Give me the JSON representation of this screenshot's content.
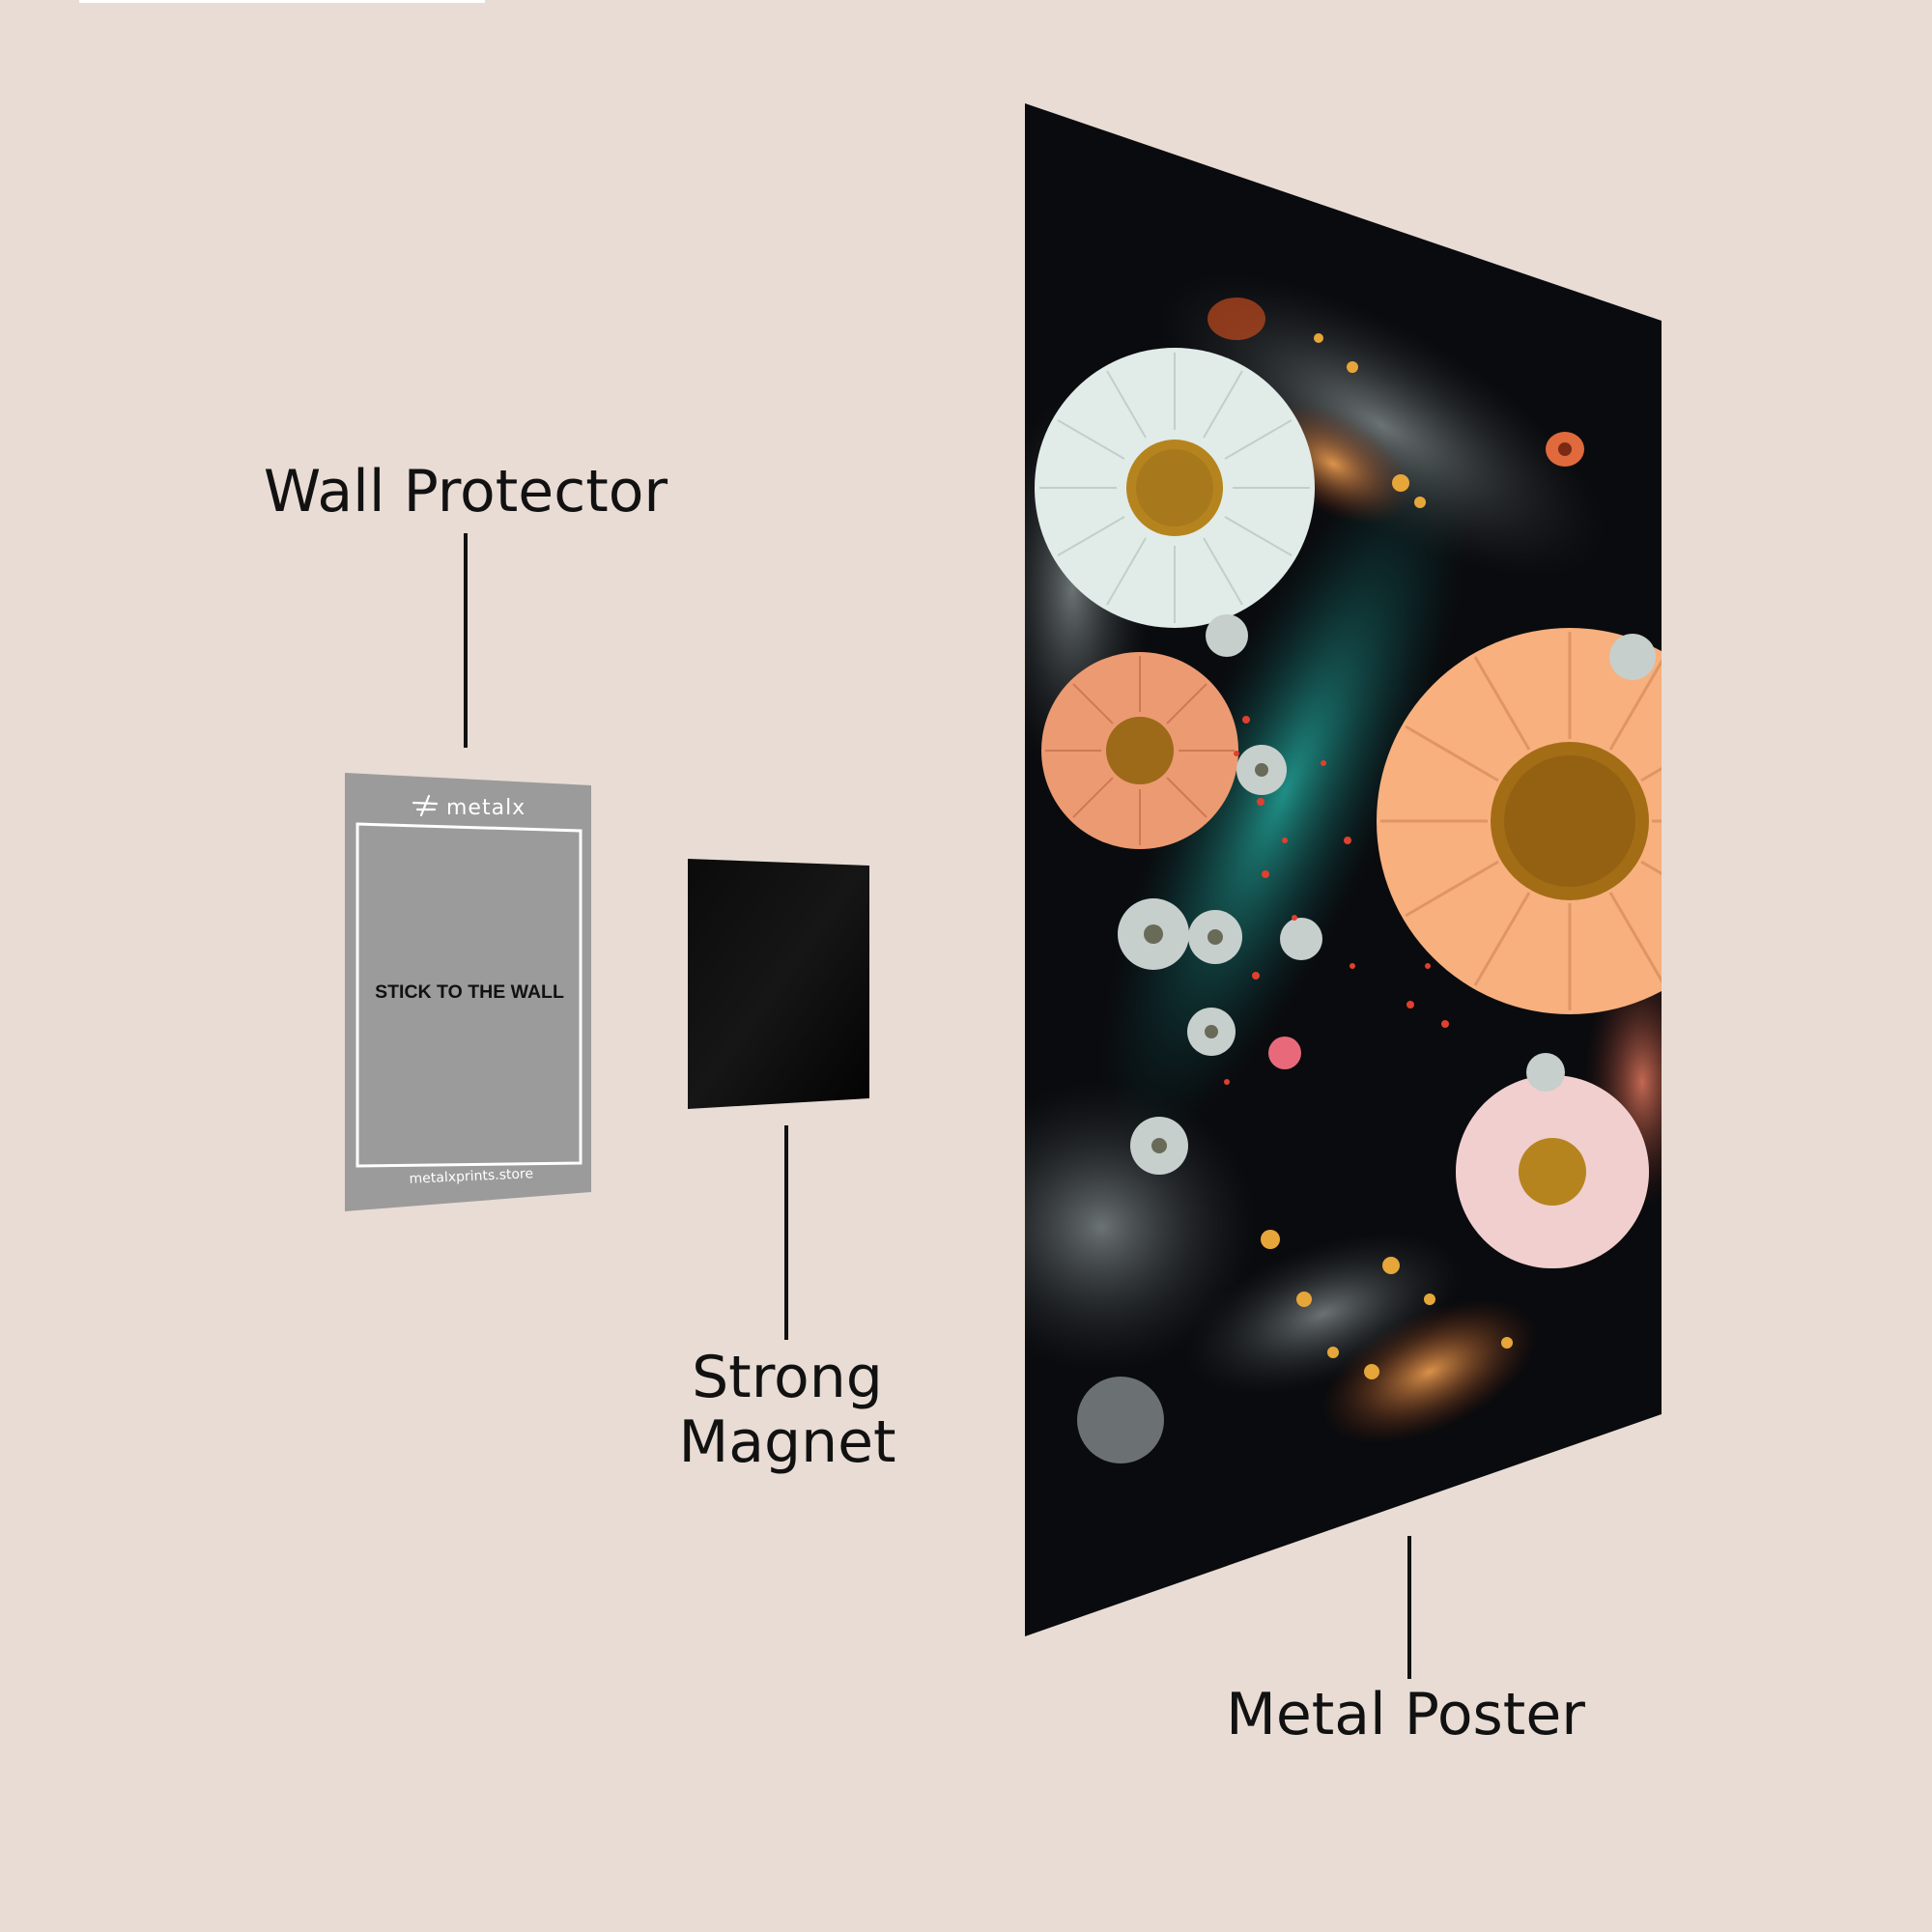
{
  "page": {
    "background": "#e8dcd4"
  },
  "labels": {
    "wall_protector": "Wall Protector",
    "strong_magnet_line1": "Strong",
    "strong_magnet_line2": "Magnet",
    "metal_poster": "Metal Poster"
  },
  "wall_protector": {
    "brand_logo_text": "metalx",
    "instruction": "STICK TO THE WALL",
    "website": "metalxprints.store",
    "color": "#9b9b9b"
  },
  "magnet": {
    "color": "#050505"
  },
  "poster": {
    "background": "#0a0b0e",
    "artwork": "floral daisies on dark background",
    "colors": {
      "white_daisy": "#e4eeea",
      "orange_daisy": "#f2a777",
      "center": "#b5841e",
      "teal": "#1e8c86",
      "salmon": "#e3795f"
    }
  }
}
